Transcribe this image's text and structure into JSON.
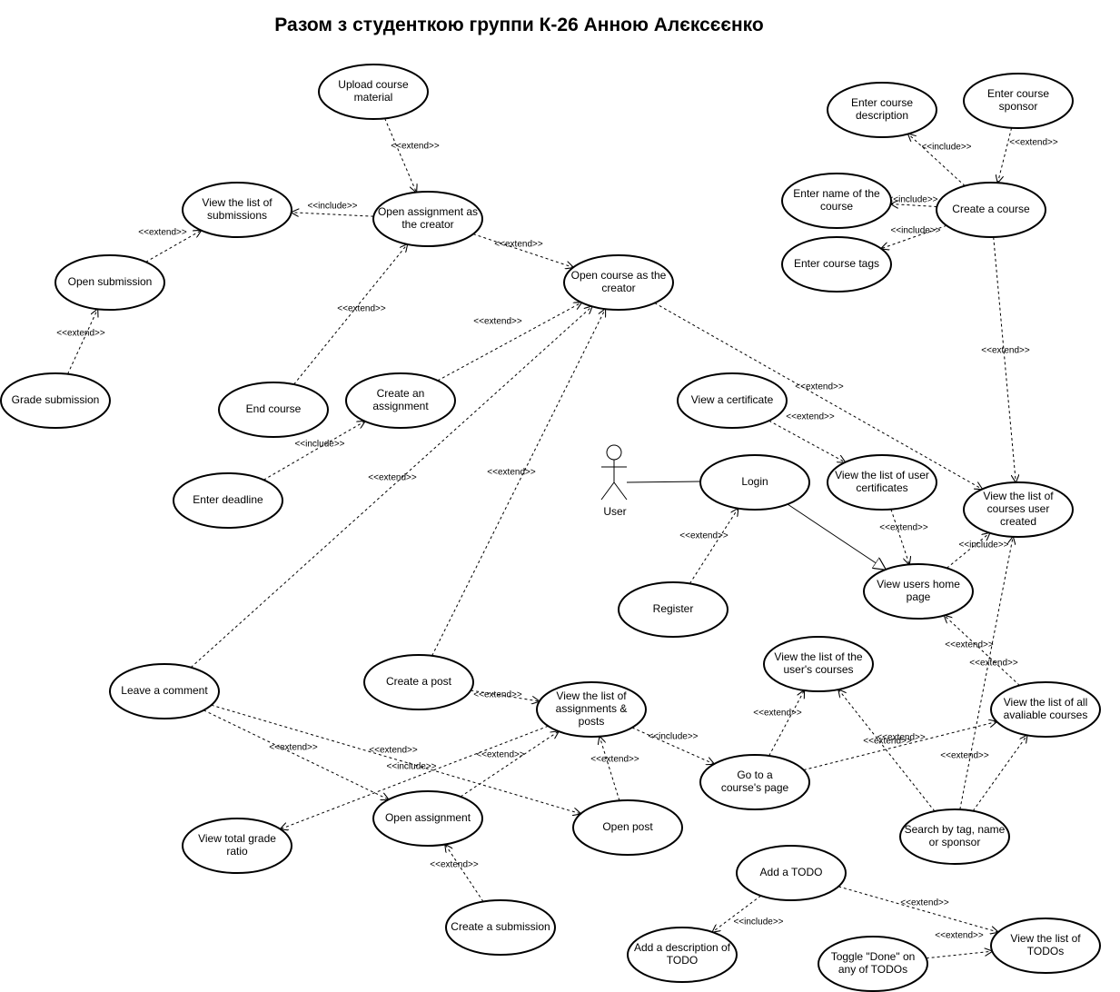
{
  "title": "Разом з студенткою группи К-26 Анною Алєксєєнко",
  "actor": {
    "label": "User"
  },
  "use_cases": [
    {
      "id": "upload",
      "lines": [
        "Upload course",
        "material"
      ]
    },
    {
      "id": "open_assign_creator",
      "lines": [
        "Open assignment as",
        "the creator"
      ]
    },
    {
      "id": "view_submissions",
      "lines": [
        "View the list of",
        "submissions"
      ]
    },
    {
      "id": "open_submission",
      "lines": [
        "Open submission"
      ]
    },
    {
      "id": "grade_submission",
      "lines": [
        "Grade submission"
      ]
    },
    {
      "id": "end_course",
      "lines": [
        "End course"
      ]
    },
    {
      "id": "create_assignment",
      "lines": [
        "Create an",
        "assignment"
      ]
    },
    {
      "id": "enter_deadline",
      "lines": [
        "Enter deadline"
      ]
    },
    {
      "id": "open_course_creator",
      "lines": [
        "Open course as the",
        "creator"
      ]
    },
    {
      "id": "enter_description",
      "lines": [
        "Enter course",
        "description"
      ]
    },
    {
      "id": "enter_sponsor",
      "lines": [
        "Enter course",
        "sponsor"
      ]
    },
    {
      "id": "enter_name",
      "lines": [
        "Enter name of the",
        "course"
      ]
    },
    {
      "id": "create_course",
      "lines": [
        "Create a course"
      ]
    },
    {
      "id": "enter_tags",
      "lines": [
        "Enter course tags"
      ]
    },
    {
      "id": "view_certificate",
      "lines": [
        "View a certificate"
      ]
    },
    {
      "id": "login",
      "lines": [
        "Login"
      ]
    },
    {
      "id": "user_certificates",
      "lines": [
        "View the list of user",
        "certificates"
      ]
    },
    {
      "id": "courses_created",
      "lines": [
        "View the list of",
        "courses user",
        "created"
      ]
    },
    {
      "id": "register",
      "lines": [
        "Register"
      ]
    },
    {
      "id": "home_page",
      "lines": [
        "View users home",
        "page"
      ]
    },
    {
      "id": "users_courses",
      "lines": [
        "View the list of the",
        "user's courses"
      ]
    },
    {
      "id": "all_courses",
      "lines": [
        "View the list of all",
        "avaliable courses"
      ]
    },
    {
      "id": "leave_comment",
      "lines": [
        "Leave a comment"
      ]
    },
    {
      "id": "create_post",
      "lines": [
        "Create a post"
      ]
    },
    {
      "id": "assignments_posts",
      "lines": [
        "View the list of",
        "assignments &",
        "posts"
      ]
    },
    {
      "id": "course_page",
      "lines": [
        "Go to a",
        "course's page"
      ]
    },
    {
      "id": "grade_ratio",
      "lines": [
        "View total grade",
        "ratio"
      ]
    },
    {
      "id": "open_assignment",
      "lines": [
        "Open assignment"
      ]
    },
    {
      "id": "open_post",
      "lines": [
        "Open post"
      ]
    },
    {
      "id": "search",
      "lines": [
        "Search by tag, name",
        "or sponsor"
      ]
    },
    {
      "id": "add_todo",
      "lines": [
        "Add a TODO"
      ]
    },
    {
      "id": "create_submission",
      "lines": [
        "Create a submission"
      ]
    },
    {
      "id": "todo_description",
      "lines": [
        "Add a description of",
        "TODO"
      ]
    },
    {
      "id": "toggle_done",
      "lines": [
        "Toggle \"Done\" on",
        "any of TODOs"
      ]
    },
    {
      "id": "todos",
      "lines": [
        "View the list of",
        "TODOs"
      ]
    }
  ],
  "relations": [
    {
      "from": "upload",
      "to": "open_assign_creator",
      "label": "<<extend>>"
    },
    {
      "from": "open_assign_creator",
      "to": "view_submissions",
      "label": "<<include>>"
    },
    {
      "from": "open_submission",
      "to": "view_submissions",
      "label": "<<extend>>"
    },
    {
      "from": "grade_submission",
      "to": "open_submission",
      "label": "<<extend>>"
    },
    {
      "from": "open_assign_creator",
      "to": "open_course_creator",
      "label": "<<extend>>"
    },
    {
      "from": "end_course",
      "to": "open_assign_creator",
      "label": "<<extend>>"
    },
    {
      "from": "create_assignment",
      "to": "open_course_creator",
      "label": "<<extend>>"
    },
    {
      "from": "enter_deadline",
      "to": "create_assignment",
      "label": "<<include>>"
    },
    {
      "from": "leave_comment",
      "to": "open_course_creator",
      "label": "<<extend>>"
    },
    {
      "from": "create_post",
      "to": "open_course_creator",
      "label": "<<extend>>"
    },
    {
      "from": "open_course_creator",
      "to": "courses_created",
      "label": "<<extend>>"
    },
    {
      "from": "create_course",
      "to": "enter_description",
      "label": "<<include>>"
    },
    {
      "from": "enter_sponsor",
      "to": "create_course",
      "label": "<<extend>>"
    },
    {
      "from": "create_course",
      "to": "enter_name",
      "label": "<<include>>"
    },
    {
      "from": "create_course",
      "to": "enter_tags",
      "label": "<<include>>"
    },
    {
      "from": "create_course",
      "to": "courses_created",
      "label": "<<extend>>"
    },
    {
      "from": "view_certificate",
      "to": "user_certificates",
      "label": "<<extend>>"
    },
    {
      "from": "user_certificates",
      "to": "home_page",
      "label": "<<extend>>"
    },
    {
      "from": "home_page",
      "to": "courses_created",
      "label": "<<include>>"
    },
    {
      "from": "register",
      "to": "login",
      "label": "<<extend>>"
    },
    {
      "from": "all_courses",
      "to": "home_page",
      "label": "<<extend>>"
    },
    {
      "from": "search",
      "to": "all_courses",
      "label": "<<extend>>"
    },
    {
      "from": "search",
      "to": "courses_created",
      "label": "<<extend>>"
    },
    {
      "from": "search",
      "to": "users_courses",
      "label": "<<extend>>"
    },
    {
      "from": "course_page",
      "to": "users_courses",
      "label": "<<extend>>"
    },
    {
      "from": "course_page",
      "to": "all_courses",
      "label": "<<extend>>"
    },
    {
      "from": "assignments_posts",
      "to": "course_page",
      "label": "<<include>>"
    },
    {
      "from": "create_post",
      "to": "assignments_posts",
      "label": "<<extend>>"
    },
    {
      "from": "leave_comment",
      "to": "open_assignment",
      "label": "<<extend>>"
    },
    {
      "from": "leave_comment",
      "to": "open_post",
      "label": "<<extend>>"
    },
    {
      "from": "open_assignment",
      "to": "assignments_posts",
      "label": "<<extend>>"
    },
    {
      "from": "assignments_posts",
      "to": "grade_ratio",
      "label": "<<include>>"
    },
    {
      "from": "open_post",
      "to": "assignments_posts",
      "label": "<<extend>>"
    },
    {
      "from": "create_submission",
      "to": "open_assignment",
      "label": "<<extend>>"
    },
    {
      "from": "add_todo",
      "to": "todo_description",
      "label": "<<include>>"
    },
    {
      "from": "add_todo",
      "to": "todos",
      "label": "<<extend>>"
    },
    {
      "from": "toggle_done",
      "to": "todos",
      "label": "<<extend>>"
    }
  ]
}
